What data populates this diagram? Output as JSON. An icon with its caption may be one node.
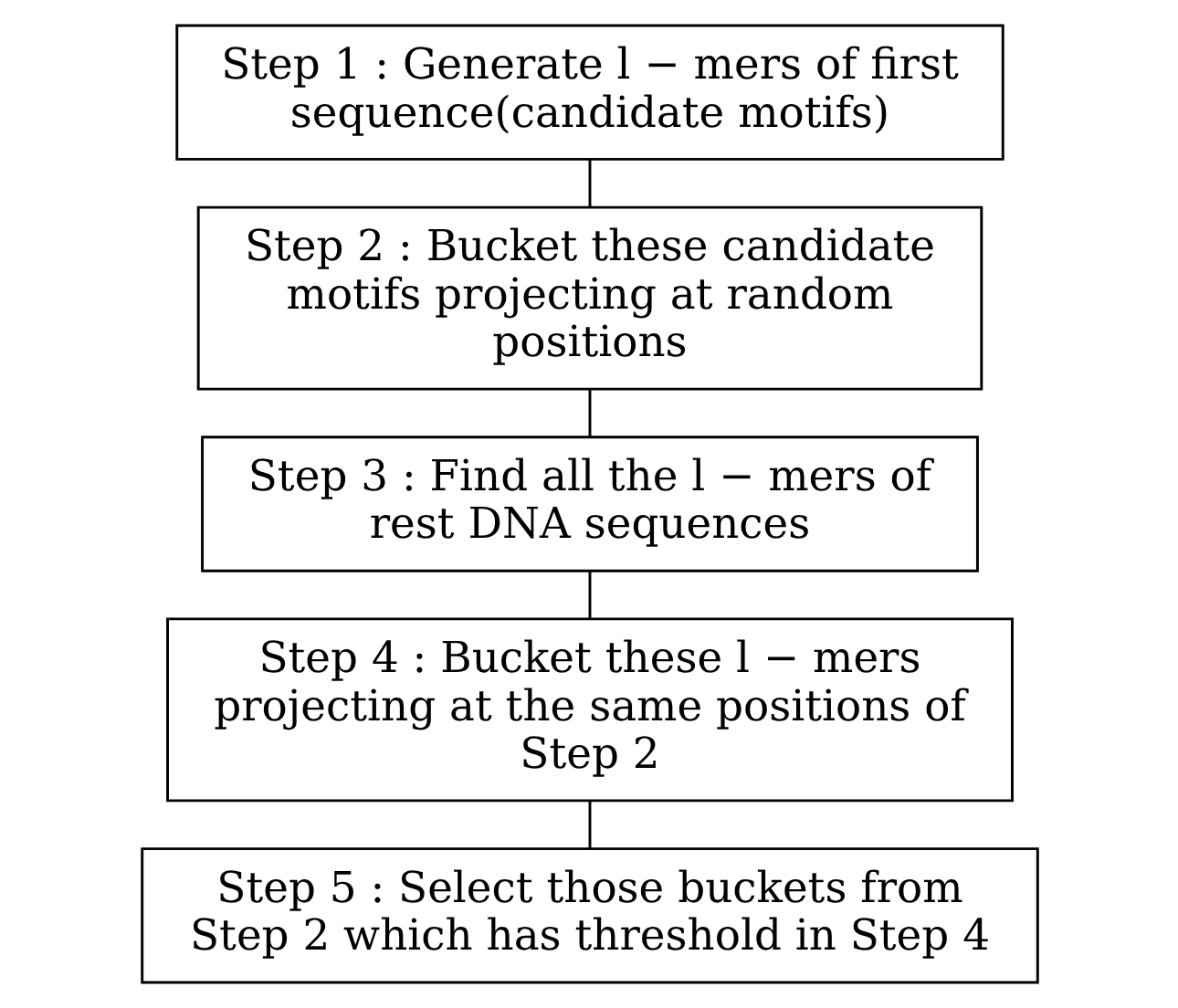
{
  "diagram": {
    "nodes": [
      {
        "text": [
          "Step 1 : Generate l − mers of first sequence(candidate motifs)"
        ]
      },
      {
        "text": [
          "Step 2 : Bucket these candidate motifs projecting at random positions"
        ]
      },
      {
        "text": [
          "Step 3 : Find all the l − mers of rest DNA sequences"
        ]
      },
      {
        "text": [
          "Step 4 : Bucket these l − mers projecting at the same positions of Step 2"
        ]
      },
      {
        "text": [
          "Step 5 : Select those buckets from Step 2 which has threshold in Step 4"
        ]
      }
    ],
    "edges": [
      {
        "from": 0,
        "to": 1,
        "arrow": "none"
      },
      {
        "from": 1,
        "to": 2,
        "arrow": "none"
      },
      {
        "from": 2,
        "to": 3,
        "arrow": "none"
      },
      {
        "from": 3,
        "to": 4,
        "arrow": "none"
      }
    ]
  }
}
